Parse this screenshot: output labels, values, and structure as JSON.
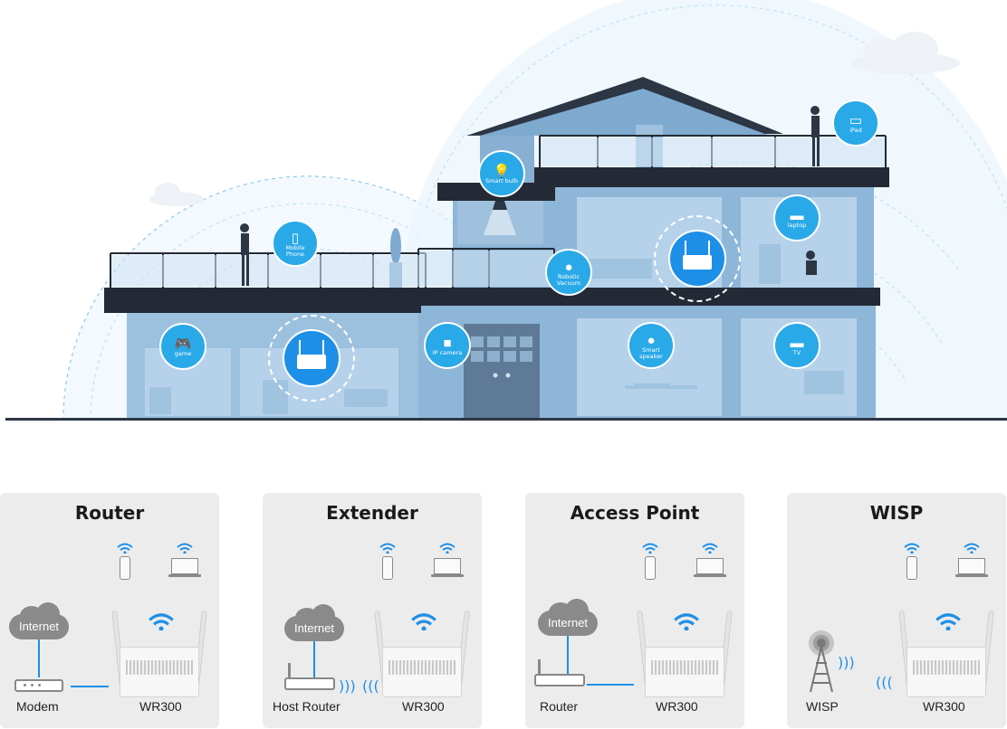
{
  "devices": {
    "game": "game",
    "mobile_phone": "Mobile Phone",
    "smart_bulb": "Smart bulb",
    "ip_camera": "IP camera",
    "robotic_vacuum": "Robotic Vacuum",
    "smart_speaker": "Smart speaker",
    "ipad": "iPad",
    "laptop": "laptop",
    "tv": "TV"
  },
  "cards": {
    "router": {
      "title": "Router",
      "internet": "Internet",
      "left_caption": "Modem",
      "right_caption": "WR300"
    },
    "extender": {
      "title": "Extender",
      "internet": "Internet",
      "left_caption": "Host Router",
      "right_caption": "WR300"
    },
    "access_point": {
      "title": "Access Point",
      "internet": "Internet",
      "left_caption": "Router",
      "right_caption": "WR300"
    },
    "wisp": {
      "title": "WISP",
      "left_caption": "WISP",
      "right_caption": "WR300"
    }
  },
  "icons": {
    "wifi": "wifi-icon",
    "phone": "phone-icon",
    "laptop": "laptop-icon",
    "cloud": "cloud-icon",
    "router": "router-icon",
    "tower": "tower-icon"
  },
  "colors": {
    "accent_blue": "#1e8fe6",
    "bubble_blue": "#29a9e8",
    "house_blue": "#9cc1de",
    "dark_floor": "#232a35",
    "card_bg": "#ececec"
  }
}
